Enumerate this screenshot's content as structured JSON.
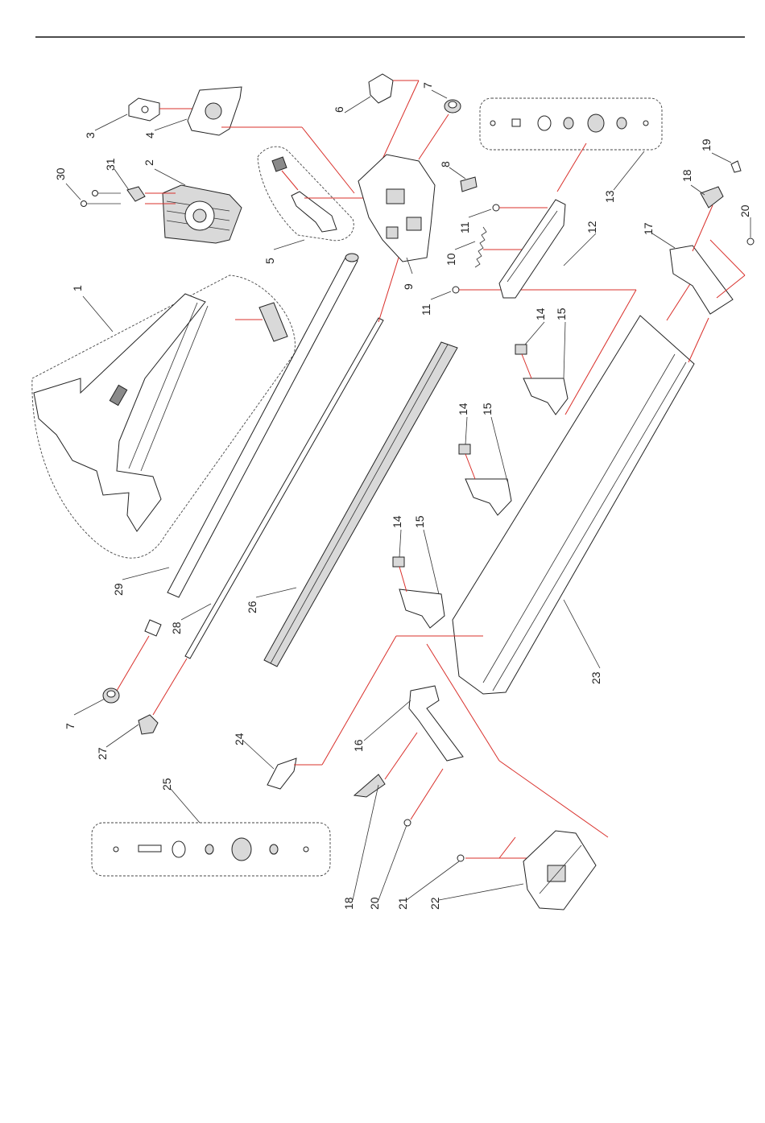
{
  "colors": {
    "ink": "#222222",
    "connector": "#d9302b",
    "fill": "#ffffff",
    "shade": "#d9d9d9"
  },
  "callouts": [
    "1",
    "2",
    "3",
    "4",
    "5",
    "6",
    "7",
    "8",
    "9",
    "10",
    "11",
    "12",
    "13",
    "14",
    "15",
    "16",
    "17",
    "18",
    "19",
    "20",
    "21",
    "22",
    "23",
    "24",
    "25",
    "26",
    "27",
    "28",
    "29",
    "30",
    "31"
  ],
  "repeated": {
    "seven_b": "7",
    "eleven_b": "11",
    "fourteen_b": "14",
    "fourteen_c": "14",
    "fifteen_b": "15",
    "fifteen_c": "15",
    "eighteen_b": "18",
    "twenty_b": "20"
  }
}
